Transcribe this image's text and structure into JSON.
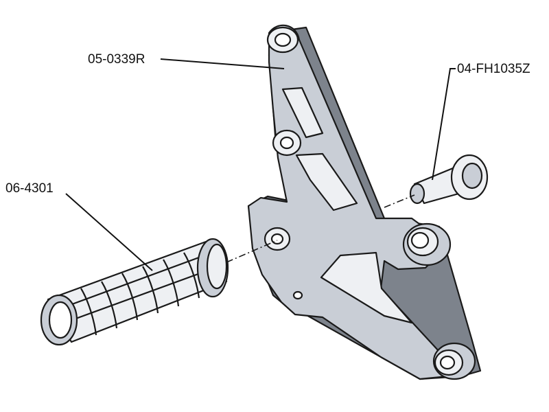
{
  "callouts": {
    "bracket": "05-0339R",
    "pin": "04-FH1035Z",
    "peg": "06-4301"
  },
  "colors": {
    "line": "#1a1a1a",
    "face_light": "#eef0f3",
    "face_mid": "#c9ced6",
    "face_dark": "#7d838c"
  }
}
